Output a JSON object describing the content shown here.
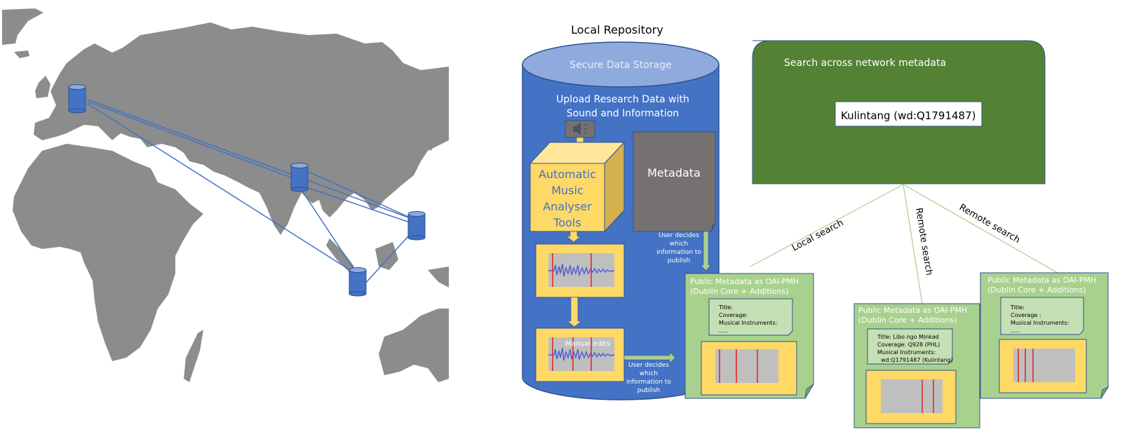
{
  "map": {
    "title": "",
    "nodes": [
      {
        "id": "europe",
        "label": "Repository node (Europe)"
      },
      {
        "id": "south-asia",
        "label": "Repository node (South Asia)"
      },
      {
        "id": "philippines",
        "label": "Repository node (Philippines)"
      },
      {
        "id": "indonesia",
        "label": "Repository node (Indonesia)"
      }
    ],
    "links": [
      [
        "europe",
        "south-asia"
      ],
      [
        "europe",
        "philippines"
      ],
      [
        "europe",
        "indonesia"
      ],
      [
        "south-asia",
        "philippines"
      ],
      [
        "south-asia",
        "indonesia"
      ],
      [
        "philippines",
        "indonesia"
      ]
    ],
    "colors": {
      "land": "#8c8c8c",
      "node": "#4472c4",
      "link": "#4472c4"
    }
  },
  "local_repository": {
    "title": "Local Repository",
    "storage_label": "Secure Data Storage",
    "upload_label_line1": "Upload Research Data with",
    "upload_label_line2": "Sound and Information",
    "analyser": [
      "Automatic",
      "Music",
      "Analyser",
      "Tools"
    ],
    "metadata_label": "Metadata",
    "manual_edits_label": "Manual edits",
    "user_decides_1": [
      "User decides",
      "which",
      "information to",
      "publish"
    ],
    "user_decides_2": [
      "User decides",
      "which",
      "information to",
      "publish"
    ],
    "colors": {
      "cylinder": "#4472c4",
      "cylinder_top": "#8faadc",
      "yellow": "#ffd966",
      "gray": "#767171",
      "green": "#a9d18e"
    }
  },
  "search": {
    "title": "Search across network metadata",
    "query": "Kulintang (wd:Q1791487)",
    "colors": {
      "panel": "#548235"
    },
    "edges": [
      "Local search",
      "Remote search",
      "Remote search"
    ]
  },
  "public_metadata": [
    {
      "title_line1": "Public Metadata as OAI-PMH",
      "title_line2": "(Dublin Core + Additions)",
      "fields": [
        "Title:",
        "Coverage:",
        "Musical Instruments:",
        "....."
      ]
    },
    {
      "title_line1": "Public Metadata as OAI-PMH",
      "title_line2": "(Dublin Core + Additions)",
      "fields": [
        "Title: Libo ngo Minkad",
        "Coverage: Q928 (PHL)",
        "Musical Instruments:",
        "  wd:Q1791487 (Kulintang)"
      ]
    },
    {
      "title_line1": "Public Metadata as OAI-PMH",
      "title_line2": "(Dublin Core + Additions)",
      "fields": [
        "Title:",
        "Coverage :",
        "Musical Instruments:",
        "....."
      ]
    }
  ]
}
